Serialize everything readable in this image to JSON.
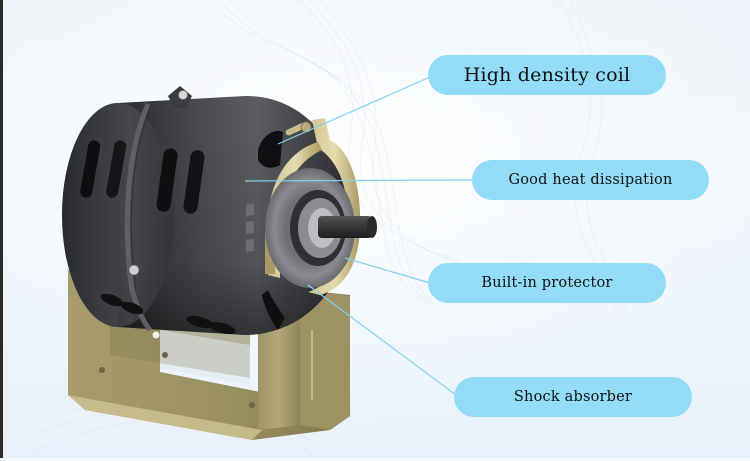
{
  "graphic": {
    "subject": "Electric motor with mounting bracket",
    "accent_color": "#92dcf8",
    "leader_line_color": "#7fd3f2",
    "callouts": [
      {
        "label": "High density coil",
        "target": "coil terminal at top of end bracket"
      },
      {
        "label": "Good heat dissipation",
        "target": "motor housing vents"
      },
      {
        "label": "Built-in protector",
        "target": "protector under end plate"
      },
      {
        "label": "Shock absorber",
        "target": "rubber ring around shaft"
      }
    ]
  }
}
